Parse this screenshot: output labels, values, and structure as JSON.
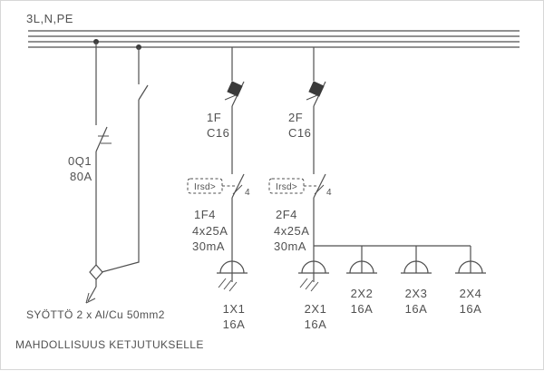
{
  "diagram": {
    "bus_label": "3L,N,PE",
    "main_switch": {
      "id": "0Q1",
      "rating": "80A"
    },
    "breakers": [
      {
        "id": "1F",
        "rating": "C16"
      },
      {
        "id": "2F",
        "rating": "C16"
      }
    ],
    "rcds": [
      {
        "box_label": "Irsd>",
        "id": "1F4",
        "rating": "4x25A",
        "sensitivity": "30mA",
        "poles": "4"
      },
      {
        "box_label": "Irsd>",
        "id": "2F4",
        "rating": "4x25A",
        "sensitivity": "30mA",
        "poles": "4"
      }
    ],
    "sockets": [
      {
        "id": "1X1",
        "rating": "16A"
      },
      {
        "id": "2X1",
        "rating": "16A"
      },
      {
        "id": "2X2",
        "rating": "16A"
      },
      {
        "id": "2X3",
        "rating": "16A"
      },
      {
        "id": "2X4",
        "rating": "16A"
      }
    ],
    "notes": [
      "SYÖTTÖ 2 x Al/Cu 50mm2",
      "MAHDOLLISUUS KETJUTUKSELLE"
    ]
  }
}
